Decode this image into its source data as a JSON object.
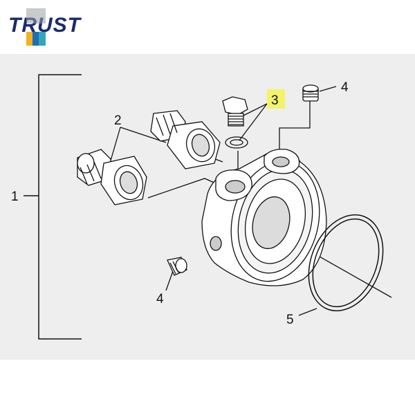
{
  "brand": {
    "name": "TRUST",
    "colors": {
      "text": "#1b2a6e",
      "yellow": "#f2b21b",
      "blue": "#1d6fb8",
      "teal": "#32a7b8",
      "gray": "#9aa0a6"
    }
  },
  "diagram": {
    "background": "#eeeeee",
    "highlight_color": "#f3f36a",
    "callouts": {
      "assembly": "1",
      "fittings": "2",
      "bolt_and_washer": "3",
      "plug_top": "4",
      "plug_bottom": "4",
      "oring": "5"
    }
  }
}
